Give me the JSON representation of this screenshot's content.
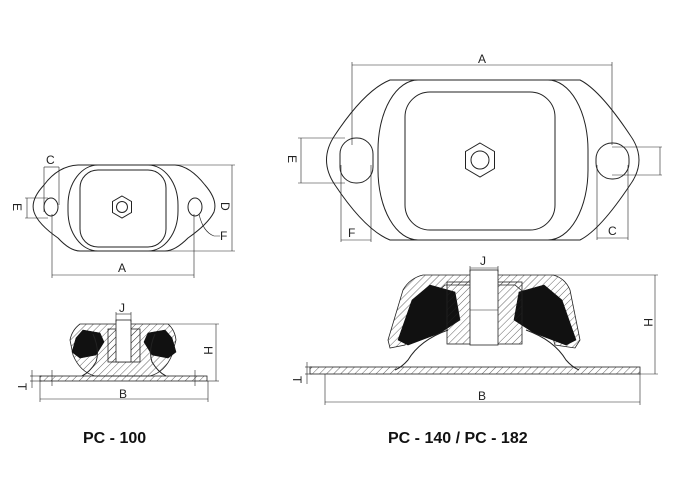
{
  "models": {
    "small": {
      "title": "PC - 100"
    },
    "large": {
      "title": "PC - 140 / PC - 182"
    }
  },
  "dimensions": {
    "a": "A",
    "b": "B",
    "c": "C",
    "d": "D",
    "e": "E",
    "f": "F",
    "h": "H",
    "j": "J",
    "t": "T"
  },
  "colors": {
    "line": "#222222",
    "rubber": "#111111",
    "background": "#ffffff"
  }
}
